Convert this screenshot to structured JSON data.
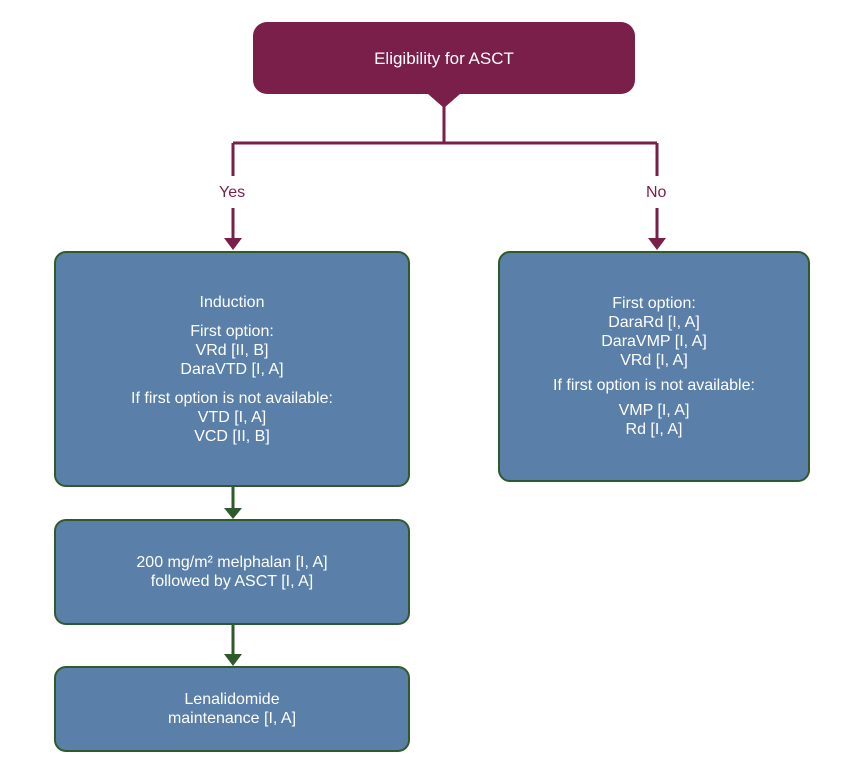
{
  "colors": {
    "root_fill": "#7a1f4a",
    "box_fill": "#5a7fa8",
    "box_border": "#2f5a2a",
    "connector_maroon": "#7a1f4a",
    "connector_green": "#2f5a2a",
    "text_on_box": "#ffffff"
  },
  "root": {
    "label": "Eligibility for ASCT"
  },
  "branches": {
    "yes_label": "Yes",
    "no_label": "No"
  },
  "induction": {
    "title": "Induction",
    "first_heading": "First option:",
    "first_items": [
      "VRd [II, B]",
      "DaraVTD [I, A]"
    ],
    "alt_heading": "If first option is not available:",
    "alt_items": [
      "VTD [I, A]",
      "VCD [II, B]"
    ]
  },
  "melphalan": {
    "line1": "200 mg/m² melphalan [I, A]",
    "line2": "followed by ASCT [I, A]"
  },
  "maintenance": {
    "line1": "Lenalidomide",
    "line2": "maintenance [I, A]"
  },
  "no_box": {
    "first_heading": "First option:",
    "first_items": [
      "DaraRd [I, A]",
      "DaraVMP [I, A]",
      "VRd [I, A]"
    ],
    "alt_heading": "If first option is not available:",
    "alt_items": [
      "VMP [I, A]",
      "Rd [I, A]"
    ]
  }
}
